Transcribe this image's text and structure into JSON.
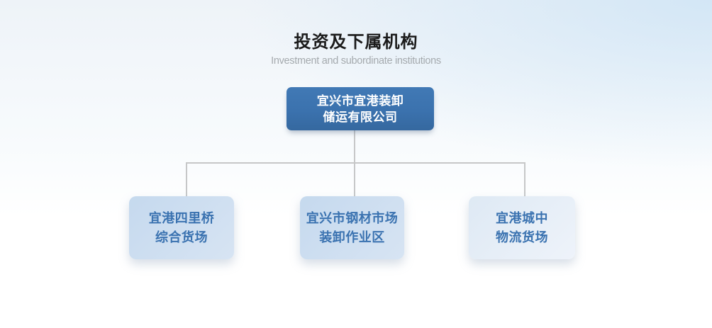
{
  "header": {
    "title": "投资及下属机构",
    "subtitle": "Investment and subordinate institutions"
  },
  "chart": {
    "type": "org-chart",
    "root": {
      "line1": "宜兴市宜港装卸",
      "line2": "储运有限公司",
      "full_name": "宜兴市宜港装卸储运有限公司"
    },
    "children": [
      {
        "line1": "宜港四里桥",
        "line2": "综合货场",
        "full_name": "宜港四里桥综合货场"
      },
      {
        "line1": "宜兴市钢材市场",
        "line2": "装卸作业区",
        "full_name": "宜兴市钢材市场装卸作业区"
      },
      {
        "line1": "宜港城中",
        "line2": "物流货场",
        "full_name": "宜港城中物流货场"
      }
    ]
  },
  "colors": {
    "root_box": "#3b72ae",
    "root_text": "#ffffff",
    "child_box_start": "#c5d9ee",
    "child_box_end": "#d7e4f3",
    "child_box3_start": "#dee9f4",
    "child_box3_end": "#eef3fa",
    "child_text": "#3a72b0",
    "connector": "#c6c7c8",
    "subtitle_text": "#a5aaae"
  }
}
